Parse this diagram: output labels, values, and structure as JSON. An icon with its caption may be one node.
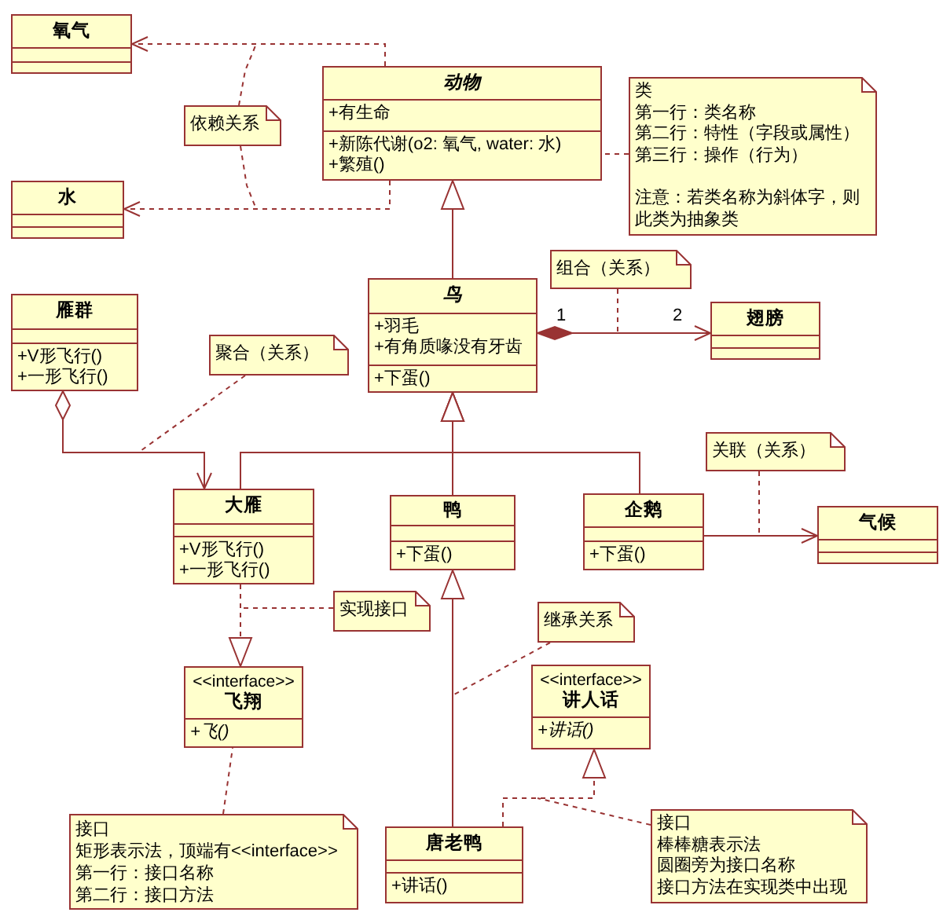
{
  "diagram": {
    "nodes": [
      {
        "text": [
          "氧气"
        ]
      },
      {
        "text": [
          "水"
        ]
      },
      {
        "text": [
          "依赖关系"
        ]
      },
      {
        "text": [
          "动物",
          "+有生命",
          "+新陈代谢(o2: 氧气, water: 水)",
          "+繁殖()"
        ]
      },
      {
        "text": [
          "类",
          "第一行：类名称",
          "第二行：特性（字段或属性）",
          "第三行：操作（行为）",
          "注意：若类名称为斜体字，则此类为抽象类"
        ]
      },
      {
        "text": [
          "鸟",
          "+羽毛",
          "+有角质喙没有牙齿",
          "+下蛋()"
        ]
      },
      {
        "text": [
          "组合（关系）"
        ]
      },
      {
        "text": [
          "翅膀"
        ]
      },
      {
        "text": [
          "雁群",
          "+V形飞行()",
          "+一形飞行()"
        ]
      },
      {
        "text": [
          "聚合（关系）"
        ]
      },
      {
        "text": [
          "大雁",
          "+V形飞行()",
          "+一形飞行()"
        ]
      },
      {
        "text": [
          "鸭",
          "+下蛋()"
        ]
      },
      {
        "text": [
          "企鹅",
          "+下蛋()"
        ]
      },
      {
        "text": [
          "关联（关系）"
        ]
      },
      {
        "text": [
          "气候"
        ]
      },
      {
        "text": [
          "实现接口"
        ]
      },
      {
        "text": [
          "<<interface>>",
          "飞翔",
          "+飞()"
        ]
      },
      {
        "text": [
          "继承关系"
        ]
      },
      {
        "text": [
          "<<interface>>",
          "讲人话",
          "+讲话()"
        ]
      },
      {
        "text": [
          "接口",
          "矩形表示法，顶端有<<interface>>",
          "第一行：接口名称",
          "第二行：接口方法"
        ]
      },
      {
        "text": [
          "唐老鸭",
          "+讲话()"
        ]
      },
      {
        "text": [
          "接口",
          "棒棒糖表示法",
          "圆圈旁为接口名称",
          "接口方法在实现类中出现"
        ]
      }
    ],
    "edges": [
      {
        "from": 3,
        "to": 0,
        "arrow": "to",
        "style": "dashed"
      },
      {
        "from": 3,
        "to": 1,
        "arrow": "to",
        "style": "dashed"
      },
      {
        "from": 2,
        "to": null,
        "arrow": "none",
        "style": "dashed"
      },
      {
        "from": 2,
        "to": null,
        "arrow": "none",
        "style": "dashed"
      },
      {
        "from": 4,
        "to": 3,
        "arrow": "none",
        "style": "dashed"
      },
      {
        "from": 5,
        "to": 3,
        "arrow": "to"
      },
      {
        "from": 5,
        "to": 7,
        "arrow": "to"
      },
      {
        "from": 6,
        "to": null,
        "arrow": "none",
        "style": "dashed"
      },
      {
        "from": 8,
        "to": 10,
        "arrow": "to"
      },
      {
        "from": 9,
        "to": null,
        "arrow": "none",
        "style": "dashed"
      },
      {
        "from": 10,
        "to": 5,
        "arrow": "to"
      },
      {
        "from": 11,
        "to": 5,
        "arrow": "to"
      },
      {
        "from": 12,
        "to": 5,
        "arrow": "to"
      },
      {
        "from": 12,
        "to": 14,
        "arrow": "to"
      },
      {
        "from": 13,
        "to": null,
        "arrow": "none",
        "style": "dashed"
      },
      {
        "from": 10,
        "to": 16,
        "arrow": "to",
        "style": "dashed"
      },
      {
        "from": 15,
        "to": null,
        "arrow": "none",
        "style": "dashed"
      },
      {
        "from": 20,
        "to": 11,
        "arrow": "to"
      },
      {
        "from": 17,
        "to": null,
        "arrow": "none",
        "style": "dashed"
      },
      {
        "from": 20,
        "to": 18,
        "arrow": "to",
        "style": "dashed"
      },
      {
        "from": 19,
        "to": 16,
        "arrow": "none",
        "style": "dashed"
      },
      {
        "from": 21,
        "to": null,
        "arrow": "none",
        "style": "dashed"
      }
    ],
    "labels": [
      "1",
      "2"
    ]
  }
}
